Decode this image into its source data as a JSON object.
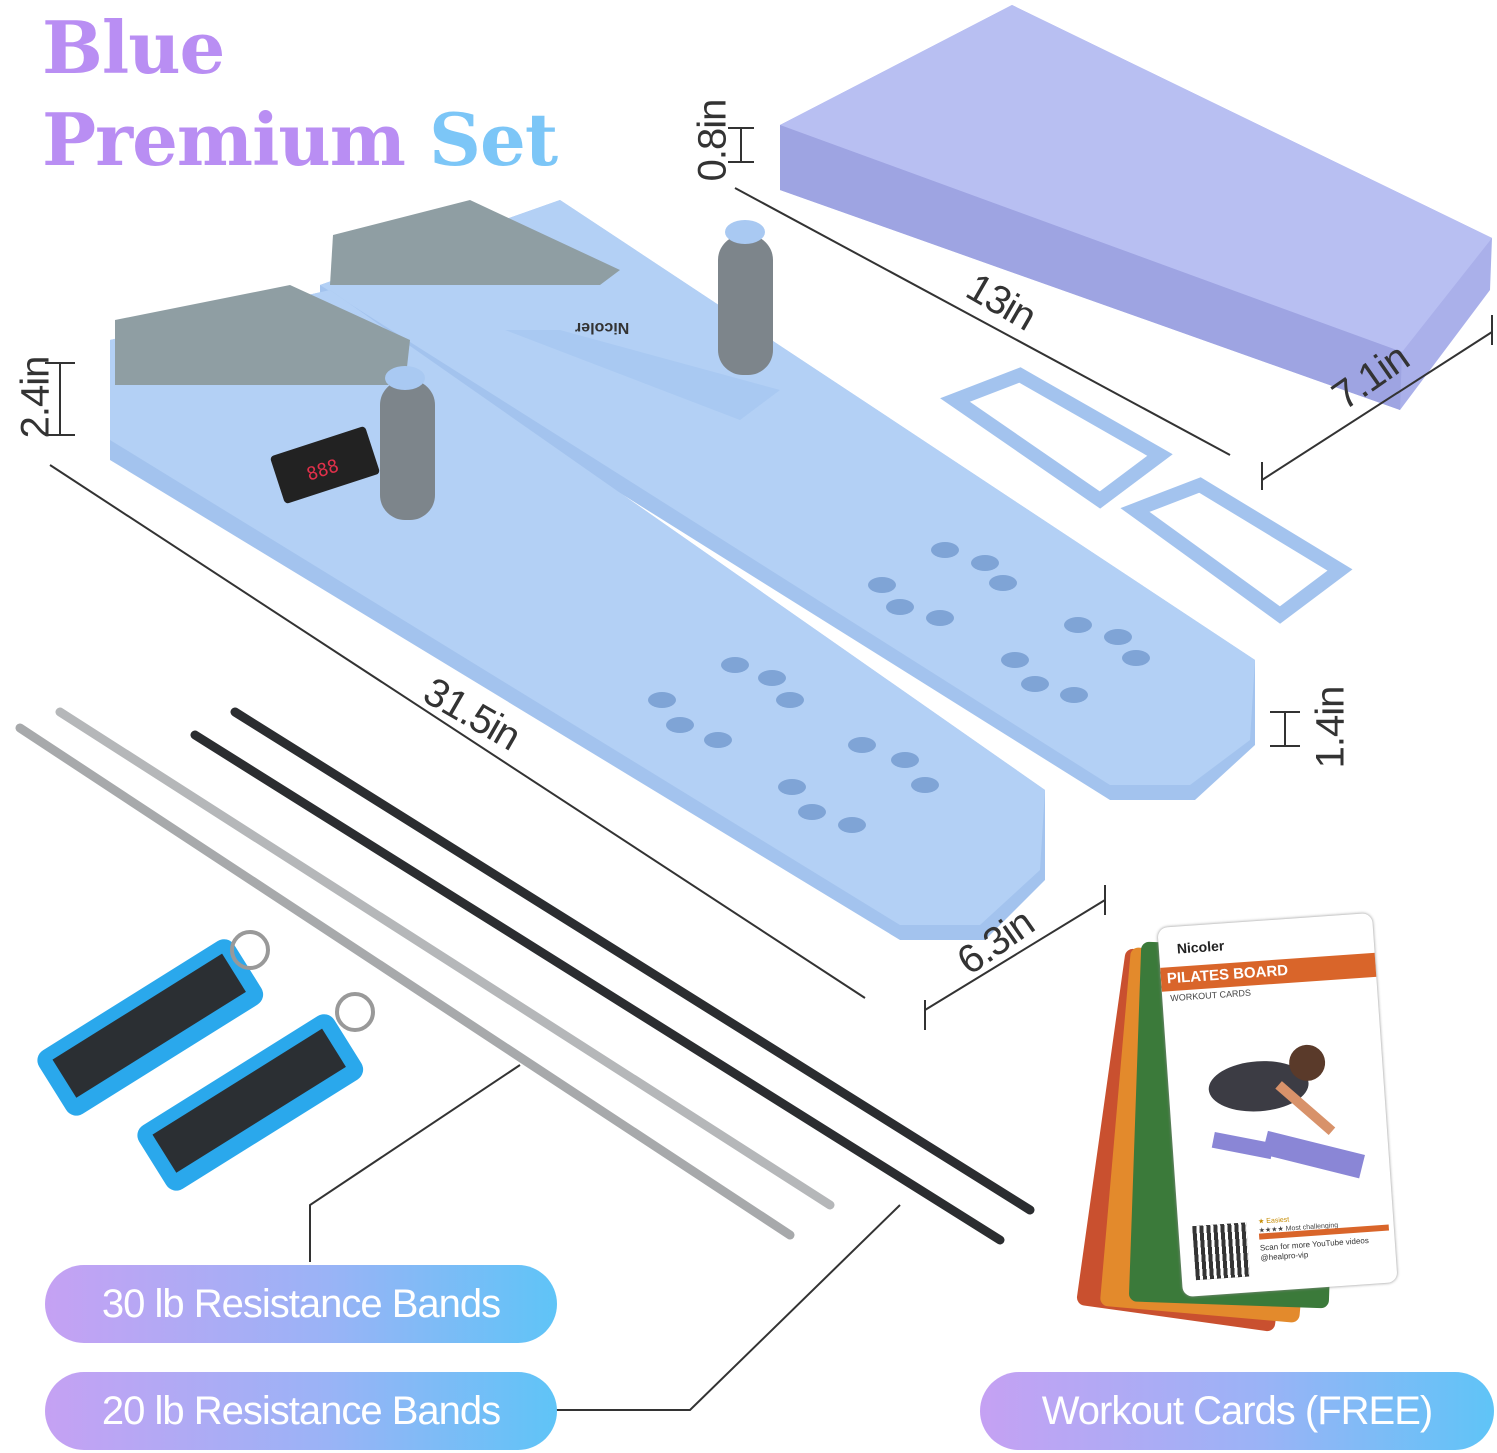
{
  "title": {
    "line1": "Blue",
    "line2_a": "Premium",
    "line2_b": "Set"
  },
  "dimensions": {
    "mat_thickness": "0.8in",
    "mat_length": "13in",
    "mat_width": "7.1in",
    "board_height": "2.4in",
    "board_length": "31.5in",
    "board_end_height": "1.4in",
    "board_width": "6.3in"
  },
  "display": {
    "readout": "888"
  },
  "board_logo": "Nicoler",
  "labels": {
    "bands_30": "30 lb Resistance Bands",
    "bands_20": "20 lb Resistance Bands",
    "cards": "Workout Cards (FREE)"
  },
  "card": {
    "brand": "Nicoler",
    "title": "PILATES BOARD",
    "subtitle": "WORKOUT CARDS",
    "easiest": "★ Easiest",
    "hardest": "★★★★ Most challenging",
    "scan": "Scan for more YouTube videos @healpro-vip"
  },
  "colors": {
    "board": "#a9c9f2",
    "mat": "#b6bcef",
    "pad": "#8e9ba0",
    "strap": "#2aa8ec",
    "pill_start": "#c5a1f3",
    "pill_end": "#5fc4f7"
  }
}
